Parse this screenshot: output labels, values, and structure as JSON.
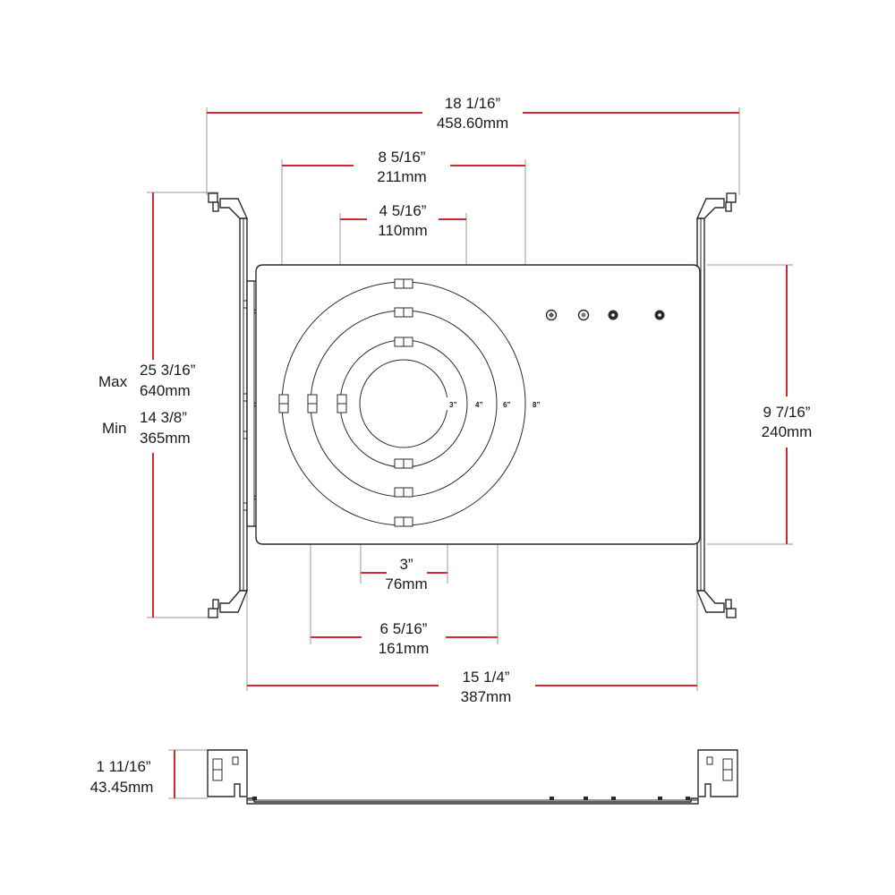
{
  "dimensions": {
    "overall_width": {
      "imperial": "18 1/16”",
      "metric": "458.60mm"
    },
    "ring_8": {
      "imperial": "8 5/16”",
      "metric": "211mm"
    },
    "ring_4": {
      "imperial": "4 5/16”",
      "metric": "110mm"
    },
    "hole_3": {
      "imperial": "3”",
      "metric": "76mm"
    },
    "ring_6": {
      "imperial": "6 5/16”",
      "metric": "161mm"
    },
    "plate_width": {
      "imperial": "15 1/4”",
      "metric": "387mm"
    },
    "plate_height": {
      "imperial": "9 7/16”",
      "metric": "240mm"
    },
    "bar_max": {
      "prefix": "Max",
      "imperial": "25 3/16”",
      "metric": "640mm"
    },
    "bar_min": {
      "prefix": "Min",
      "imperial": "14 3/8”",
      "metric": "365mm"
    },
    "height": {
      "imperial": "1 11/16”",
      "metric": "43.45mm"
    }
  },
  "ring_labels": [
    "3”",
    "4”",
    "6”",
    "8”"
  ],
  "colors": {
    "dimension": "#cf2a36",
    "extension": "#9a9a9a",
    "outline": "#2a2a2a"
  }
}
